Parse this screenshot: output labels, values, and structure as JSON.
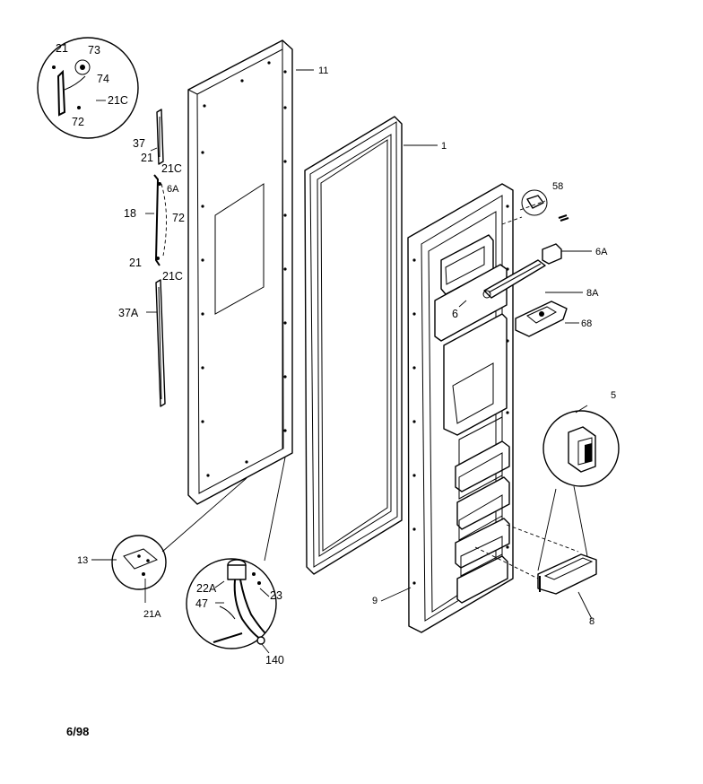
{
  "diagram": {
    "part_labels": {
      "p21_top": "21",
      "p73": "73",
      "p74": "74",
      "p21C_inset": "21C",
      "p72_inset": "72",
      "p11": "11",
      "p37": "37",
      "p21_a": "21",
      "p21C_a": "21C",
      "p18": "18",
      "p72": "72",
      "p21_b": "21",
      "p21C_b": "21C",
      "p37A": "37A",
      "p1": "1",
      "p58": "58",
      "p6A": "6A",
      "p8A": "8A",
      "p6": "6",
      "p68": "68",
      "p5": "5",
      "p13": "13",
      "p21A": "21A",
      "p22A": "22A",
      "p23": "23",
      "p47": "47",
      "p140": "140",
      "p9": "9",
      "p8": "8",
      "p6A_small": "6A"
    },
    "date_code": "6/98"
  }
}
